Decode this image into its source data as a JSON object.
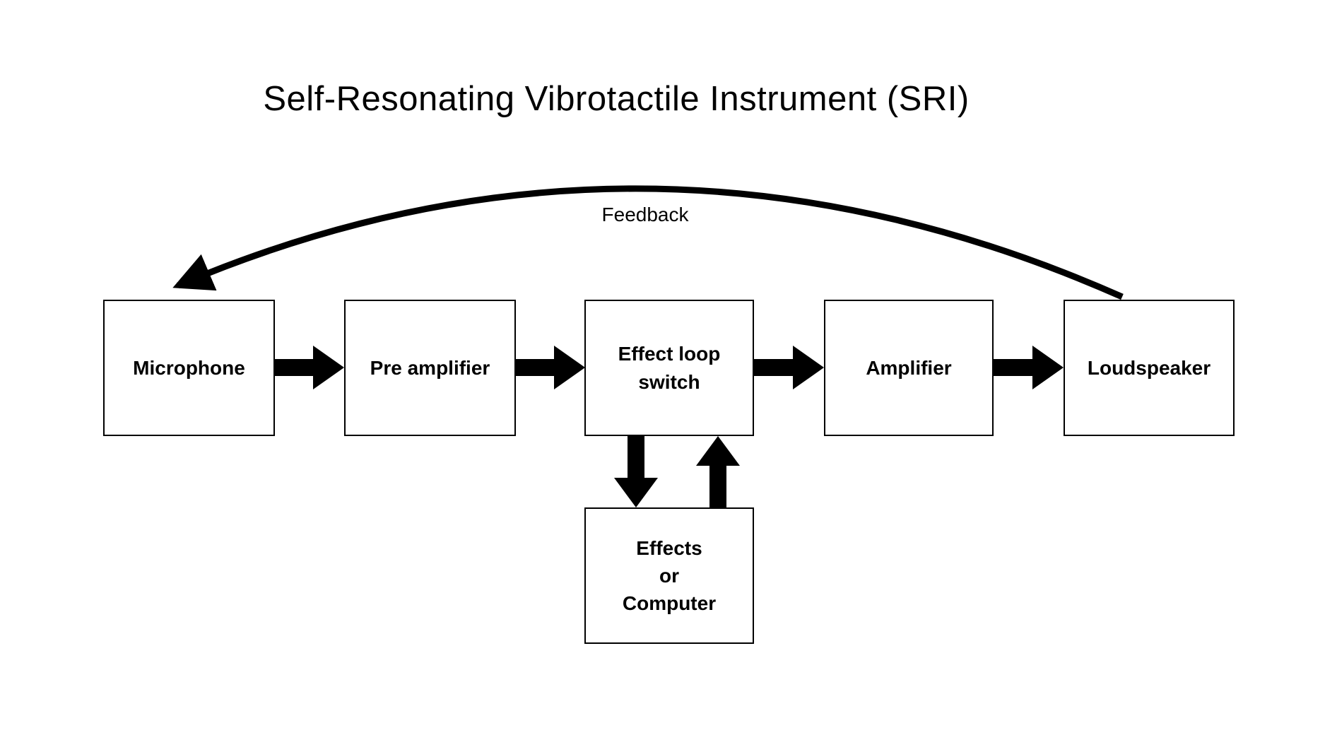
{
  "title": "Self-Resonating Vibrotactile Instrument (SRI)",
  "colors": {
    "background": "#ffffff",
    "stroke": "#000000",
    "text": "#000000"
  },
  "nodes": [
    {
      "id": "microphone",
      "label": "Microphone"
    },
    {
      "id": "pre-amplifier",
      "label": "Pre amplifier"
    },
    {
      "id": "effect-loop-switch",
      "label": "Effect loop\nswitch"
    },
    {
      "id": "amplifier",
      "label": "Amplifier"
    },
    {
      "id": "loudspeaker",
      "label": "Loudspeaker"
    },
    {
      "id": "effects-or-computer",
      "label": "Effects\nor\nComputer"
    }
  ],
  "edges": [
    {
      "from": "microphone",
      "to": "pre-amplifier",
      "style": "block-arrow"
    },
    {
      "from": "pre-amplifier",
      "to": "effect-loop-switch",
      "style": "block-arrow"
    },
    {
      "from": "effect-loop-switch",
      "to": "amplifier",
      "style": "block-arrow"
    },
    {
      "from": "amplifier",
      "to": "loudspeaker",
      "style": "block-arrow"
    },
    {
      "from": "effect-loop-switch",
      "to": "effects-or-computer",
      "style": "block-arrow"
    },
    {
      "from": "effects-or-computer",
      "to": "effect-loop-switch",
      "style": "block-arrow"
    },
    {
      "from": "loudspeaker",
      "to": "microphone",
      "style": "curved-arrow",
      "label": "Feedback"
    }
  ]
}
